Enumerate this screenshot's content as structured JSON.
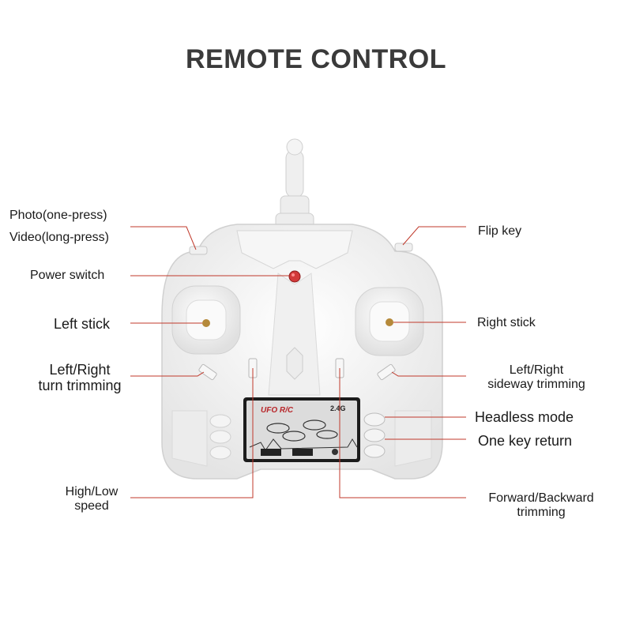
{
  "title": "REMOTE CONTROL",
  "labels": {
    "photo": "Photo(one-press)",
    "video": "Video(long-press)",
    "flip_key": "Flip key",
    "power_switch": "Power switch",
    "left_stick": "Left stick",
    "right_stick": "Right stick",
    "lr_turn_1": "Left/Right",
    "lr_turn_2": "turn trimming",
    "lr_side_1": "Left/Right",
    "lr_side_2": "sideway trimming",
    "headless": "Headless mode",
    "one_key_return": "One key return",
    "high_low_1": "High/Low",
    "high_low_2": "speed",
    "fwd_bwd_1": "Forward/Backward",
    "fwd_bwd_2": "trimming"
  },
  "screen": {
    "brand": "UFO R/C",
    "freq": "2.4G"
  },
  "colors": {
    "leader_line": "#c0392b",
    "body": "#f2f2f2",
    "outline": "#c8c8c8",
    "stick_center": "#b5893a"
  }
}
